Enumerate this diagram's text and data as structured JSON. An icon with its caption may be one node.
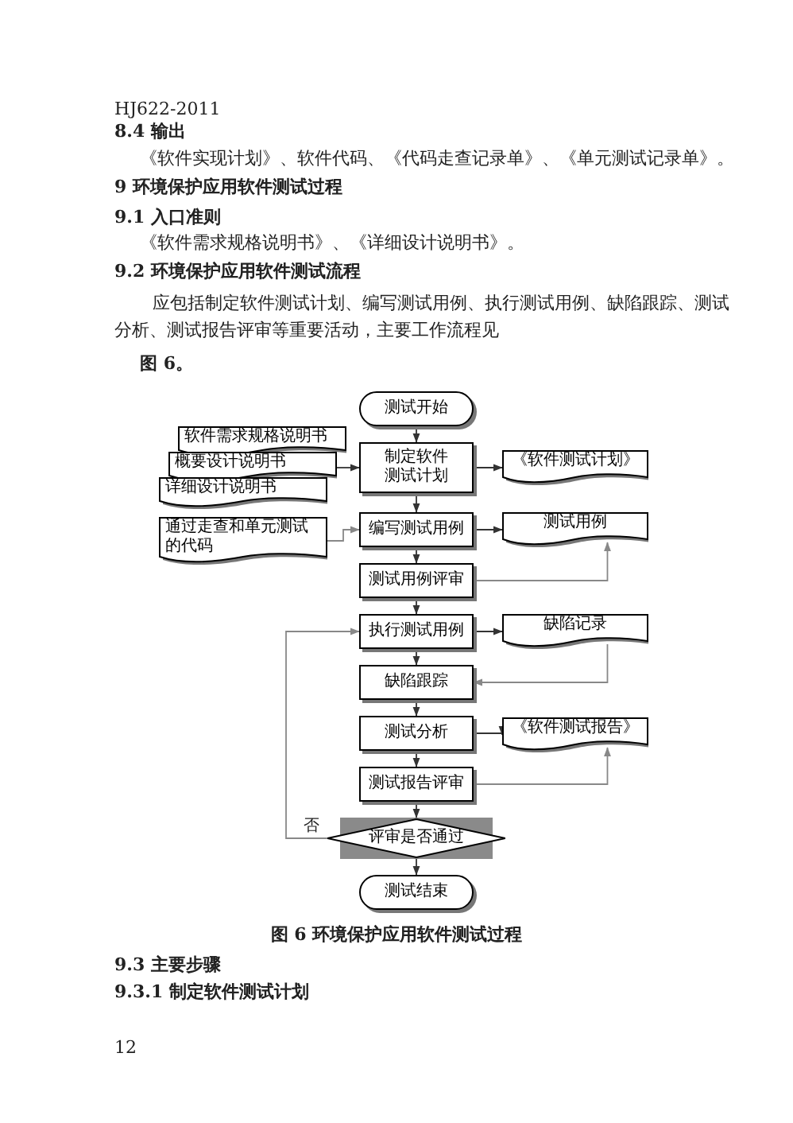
{
  "diagram": {
    "caption": "图 6 环境保护应用软件测试过程",
    "nodes": [
      {
        "text": [
          "测试开始"
        ]
      },
      {
        "text": [
          "制定软件测试计划"
        ]
      },
      {
        "text": [
          "《软件测试计划》"
        ]
      },
      {
        "text": [
          "软件需求规格说明书"
        ]
      },
      {
        "text": [
          "概要设计说明书"
        ]
      },
      {
        "text": [
          "详细设计说明书"
        ]
      },
      {
        "text": [
          "通过走查和单元测试的代码"
        ]
      },
      {
        "text": [
          "编写测试用例"
        ]
      },
      {
        "text": [
          "测试用例"
        ]
      },
      {
        "text": [
          "测试用例评审"
        ]
      },
      {
        "text": [
          "执行测试用例"
        ]
      },
      {
        "text": [
          "缺陷记录"
        ]
      },
      {
        "text": [
          "缺陷跟踪"
        ]
      },
      {
        "text": [
          "测试分析"
        ]
      },
      {
        "text": [
          "《软件测试报告》"
        ]
      },
      {
        "text": [
          "测试报告评审"
        ]
      },
      {
        "text": [
          "评审是否通过"
        ]
      },
      {
        "text": [
          "测试结束"
        ]
      }
    ],
    "edges": [
      {
        "from": 0,
        "to": 1,
        "arrow": "to"
      },
      {
        "from": 1,
        "to": 2,
        "arrow": "to"
      },
      {
        "from": 4,
        "to": 1,
        "arrow": "to"
      },
      {
        "from": 6,
        "to": 7,
        "arrow": "to",
        "color": "#888888"
      },
      {
        "from": 1,
        "to": 7,
        "arrow": "to"
      },
      {
        "from": 7,
        "to": 8,
        "arrow": "to"
      },
      {
        "from": 7,
        "to": 9,
        "arrow": "to"
      },
      {
        "from": 9,
        "to": 8,
        "arrow": "to",
        "color": "#888888"
      },
      {
        "from": 9,
        "to": 10,
        "arrow": "to"
      },
      {
        "from": 10,
        "to": 11,
        "arrow": "to"
      },
      {
        "from": 11,
        "to": 12,
        "arrow": "to",
        "color": "#888888"
      },
      {
        "from": 10,
        "to": 12,
        "arrow": "to"
      },
      {
        "from": 12,
        "to": 13,
        "arrow": "to"
      },
      {
        "from": 13,
        "to": 14,
        "arrow": "to"
      },
      {
        "from": 13,
        "to": 15,
        "arrow": "to"
      },
      {
        "from": 15,
        "to": 14,
        "arrow": "to",
        "color": "#888888"
      },
      {
        "from": 15,
        "to": 16,
        "arrow": "to"
      },
      {
        "from": 16,
        "to": 17,
        "arrow": "to"
      },
      {
        "from": 16,
        "to": 10,
        "arrow": "to",
        "label": "否",
        "color": "#888888"
      }
    ],
    "labels": [
      "HJ622-2011",
      "8.4 输出",
      "《软件实现计划》、软件代码、《代码走查记录单》、《单元测试记录单》。",
      "9 环境保护应用软件测试过程",
      "9.1 入口准则",
      "《软件需求规格说明书》、《详细设计说明书》。",
      "9.2 环境保护应用软件测试流程",
      "应包括制定软件测试计划、编写测试用例、执行测试用例、缺陷跟踪、测试分析、测试报告评审等重要活动，主要工作流程见",
      "图 6。",
      "9.3 主要步骤",
      "9.3.1 制定软件测试计划",
      "12"
    ]
  }
}
